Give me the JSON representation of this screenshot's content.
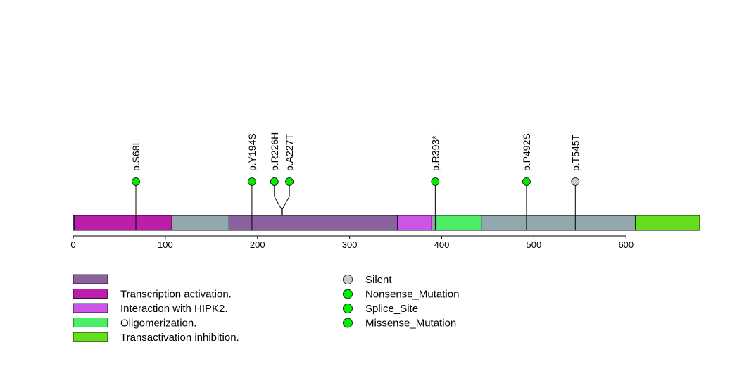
{
  "chart_data": {
    "type": "lollipop",
    "title": "",
    "xlabel": "",
    "ylabel": "",
    "xlim": [
      0,
      680
    ],
    "x_ticks": [
      0,
      100,
      200,
      300,
      400,
      500,
      600
    ],
    "protein_length": 680,
    "backbone_color": "#92a8ad",
    "domains": [
      {
        "start": 1,
        "end": 107,
        "label": "Transcription activation.",
        "color": "#bb1ea8"
      },
      {
        "start": 169,
        "end": 352,
        "label": "",
        "color": "#8b62a0"
      },
      {
        "start": 352,
        "end": 389,
        "label": "Interaction with HIPK2.",
        "color": "#cc55e8"
      },
      {
        "start": 394,
        "end": 443,
        "label": "Oligomerization.",
        "color": "#4ded66"
      },
      {
        "start": 610,
        "end": 680,
        "label": "Transactivation inhibition.",
        "color": "#66dd1e"
      }
    ],
    "legend_domains": [
      {
        "label": "",
        "color": "#8b62a0"
      },
      {
        "label": "Transcription activation.",
        "color": "#bb1ea8"
      },
      {
        "label": "Interaction with HIPK2.",
        "color": "#cc55e8"
      },
      {
        "label": "Oligomerization.",
        "color": "#4ded66"
      },
      {
        "label": "Transactivation inhibition.",
        "color": "#66dd1e"
      }
    ],
    "mutations": [
      {
        "label": "p.S68L",
        "position": 68,
        "type": "Missense_Mutation",
        "color": "#00ee00"
      },
      {
        "label": "p.Y194S",
        "position": 194,
        "type": "Missense_Mutation",
        "color": "#00ee00"
      },
      {
        "label": "p.R226H",
        "position": 226,
        "type": "Missense_Mutation",
        "color": "#00ee00"
      },
      {
        "label": "p.A227T",
        "position": 227,
        "type": "Missense_Mutation",
        "color": "#00ee00"
      },
      {
        "label": "p.R393*",
        "position": 393,
        "type": "Nonsense_Mutation",
        "color": "#00ee00"
      },
      {
        "label": "p.P492S",
        "position": 492,
        "type": "Missense_Mutation",
        "color": "#00ee00"
      },
      {
        "label": "p.T545T",
        "position": 545,
        "type": "Silent",
        "color": "#cccccc"
      }
    ],
    "legend_mutation_types": [
      {
        "label": "Silent",
        "color": "#cccccc"
      },
      {
        "label": "Nonsense_Mutation",
        "color": "#00ee00"
      },
      {
        "label": "Splice_Site",
        "color": "#00ee00"
      },
      {
        "label": "Missense_Mutation",
        "color": "#00ee00"
      }
    ]
  }
}
